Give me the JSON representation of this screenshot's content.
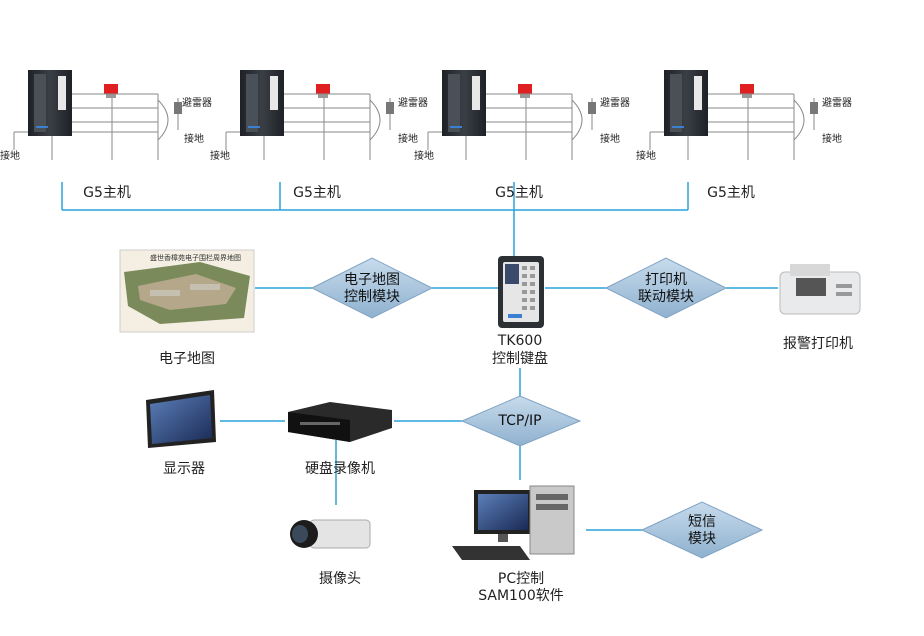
{
  "host_units": [
    {
      "label": "G5主机",
      "lightning_label": "避雷器",
      "ground_left": "接地",
      "ground_right": "接地"
    },
    {
      "label": "G5主机",
      "lightning_label": "避雷器",
      "ground_left": "接地",
      "ground_right": "接地"
    },
    {
      "label": "G5主机",
      "lightning_label": "避雷器",
      "ground_left": "接地",
      "ground_right": "接地"
    },
    {
      "label": "G5主机",
      "lightning_label": "避雷器",
      "ground_left": "接地",
      "ground_right": "接地"
    }
  ],
  "modules": {
    "emap_ctrl": {
      "line1": "电子地图",
      "line2": "控制模块"
    },
    "printer_link": {
      "line1": "打印机",
      "line2": "联动模块"
    },
    "tcpip": {
      "line1": "TCP/IP"
    },
    "sms": {
      "line1": "短信",
      "line2": "模块"
    }
  },
  "devices": {
    "emap": {
      "label": "电子地图",
      "map_title": "盛世香樟苑电子围栏周界地图"
    },
    "keyboard": {
      "line1": "TK600",
      "line2": "控制键盘"
    },
    "printer": {
      "label": "报警打印机"
    },
    "monitor": {
      "label": "显示器"
    },
    "dvr": {
      "label": "硬盘录像机"
    },
    "camera": {
      "label": "摄像头"
    },
    "pc": {
      "line1": "PC控制",
      "line2": "SAM100软件"
    }
  },
  "colors": {
    "line": "#29a3d8",
    "module_fill": "#a9c6de",
    "host_body": "#2a2e33",
    "alarm": "#e02020"
  }
}
